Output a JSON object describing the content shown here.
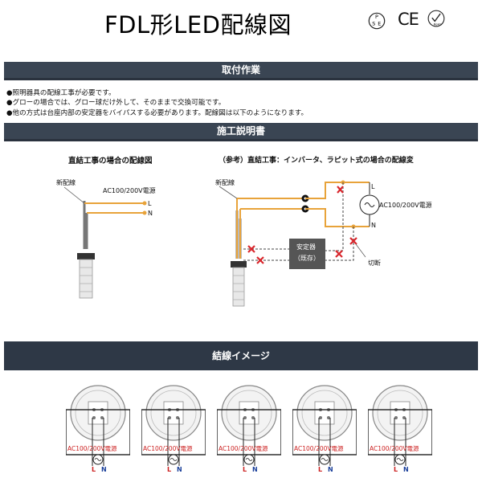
{
  "title": "FDL形LED配線図",
  "certs": {
    "pse": [
      "P",
      "S",
      "E"
    ],
    "ce": "CE",
    "rohs": "RoHS"
  },
  "sections": {
    "install": "取付作業",
    "instructions": "施工説明書",
    "wiring_image": "結線イメージ"
  },
  "install_notes": [
    "●照明器具の配線工事が必要です。",
    "●グローの場合では、グロー球だけ外して、そのままで交換可能です。",
    "●他の方式は台座内部の安定器をバイパスする必要があります。配線図は以下のようになります。"
  ],
  "left_diagram": {
    "heading": "直結工事の場合の配線図",
    "wire_label": "新配線",
    "power_label": "AC100/200V電源",
    "l": "L",
    "n": "N"
  },
  "right_diagram": {
    "heading": "（参考）直結工事：インバータ、ラピット式の場合の配線変",
    "wire_label": "新配線",
    "power_label": "AC100/200V電源",
    "ballast_line1": "安定器",
    "ballast_line2": "（既存）",
    "cut_label": "切断",
    "l": "L",
    "n": "N"
  },
  "connection_images": {
    "power_label": "AC100/200V電源",
    "l": "L",
    "n": "N",
    "count": 5
  },
  "colors": {
    "wire": "#e8a33a",
    "cross": "#d9262c",
    "bar": "#3a4553",
    "ballast": "#555555",
    "power_red": "#cc2020"
  }
}
